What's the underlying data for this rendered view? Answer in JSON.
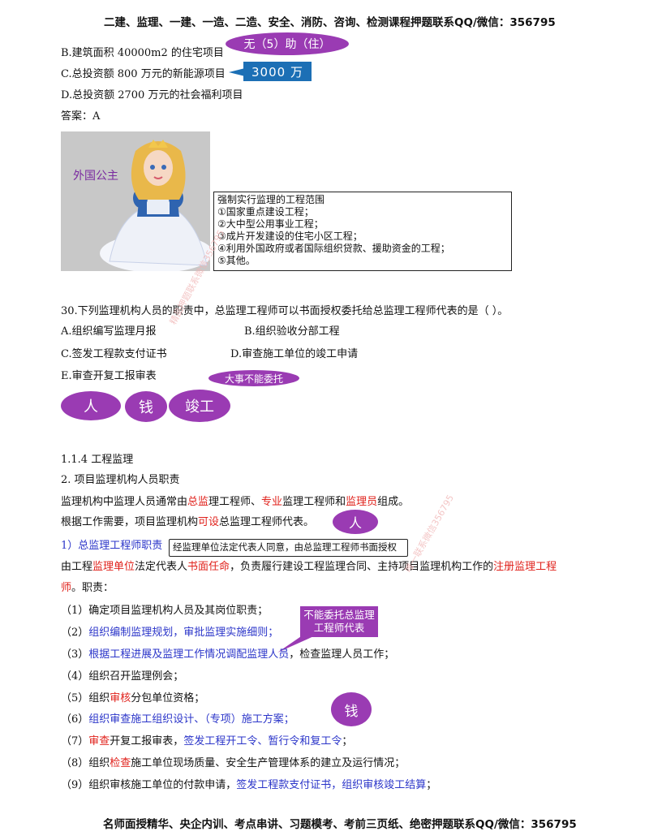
{
  "header_text": "二建、监理、一建、一造、二造、安全、消防、咨询、检测课程押题联系QQ/微信：356795",
  "footer_text": "名师面授精华、央企内训、考点串讲、习题模考、考前三页纸、绝密押题联系QQ/微信：356795",
  "q29": {
    "opt_b": "B.建筑面积 40000m2 的住宅项目",
    "opt_c": "C.总投资额 800 万元的新能源项目",
    "opt_d": "D.总投资额 2700 万元的社会福利项目",
    "answer": "答案：A",
    "note_b": "无（5）助（住）",
    "note_c": "3000 万"
  },
  "image_card": {
    "label": "外国公主",
    "box_title": "强制实行监理的工程范围",
    "box_items": [
      "①国家重点建设工程；",
      "②大中型公用事业工程；",
      "③成片开发建设的住宅小区工程；",
      "④利用外国政府或者国际组织贷款、援助资金的工程；",
      "⑤其他。"
    ]
  },
  "q30": {
    "stem": "30.下列监理机构人员的职责中，总监理工程师可以书面授权委托给总监理工程师代表的是（    ）。",
    "opt_a": "A.组织编写监理月报",
    "opt_b": "B.组织验收分部工程",
    "opt_c": "C.签发工程款支付证书",
    "opt_d": "D.审查施工单位的竣工申请",
    "opt_e": "E.审查开复工报审表",
    "note": "大事不能委托",
    "bubbles": [
      "人",
      "钱",
      "竣工"
    ]
  },
  "section": {
    "heading1": "1.1.4   工程监理",
    "heading2": "2. 项目监理机构人员职责",
    "p1": {
      "a": "监理机构中监理人员通常由",
      "b": "总监",
      "c": "理工程师、",
      "d": "专业",
      "e": "监理工程师和",
      "f": "监理员",
      "g": "组成。"
    },
    "p2": {
      "a": "根据工作需要，项目监理机构",
      "b": "可设",
      "c": "总监理工程师代表。"
    },
    "bubble_ren": "人",
    "sub1": "1）总监理工程师职责",
    "box_note": "经监理单位法定代表人同意，由总监理工程师书面授权",
    "p3": {
      "a": "由工程",
      "b": "监理单位",
      "c": "法定代表人",
      "d": "书面任命",
      "e": "，负责履行建设工程监理合同、主持项目监理机构工作的",
      "f": "注册监理工程",
      "g": "师",
      "h": "。职责："
    },
    "callout": "不能委托总监理工程师代表",
    "bubble_qian": "钱",
    "items": {
      "i1": "（1）确定项目监理机构人员及其岗位职责；",
      "i2a": "（2）",
      "i2b": "组织编制监理规划，审批监理实施细则；",
      "i3a": "（3）",
      "i3b": "根据工程进展及监理工作情况调配监理人员",
      "i3c": "，检查监理人员工作；",
      "i4": "（4）组织召开监理例会；",
      "i5a": "（5）组织",
      "i5b": "审核",
      "i5c": "分包单位资格；",
      "i6a": "（6）",
      "i6b": "组织审查施工组织设计、（专项）施工方案；",
      "i7a": "（7）",
      "i7b": "审查",
      "i7c": "开复工报审表，",
      "i7d": "签发工程开工令、暂行令和复工令",
      "i7e": "；",
      "i8a": "（8）组织",
      "i8b": "检查",
      "i8c": "施工单位现场质量、安全生产管理体系的建立及运行情况；",
      "i9a": "（9）组织审核施工单位的付款申请，",
      "i9b": "签发工程款支付证书，组织审核竣工结算",
      "i9c": "；"
    }
  },
  "watermarks": [
    "精品押题联系微信356795",
    "唯一联系微信356795"
  ]
}
